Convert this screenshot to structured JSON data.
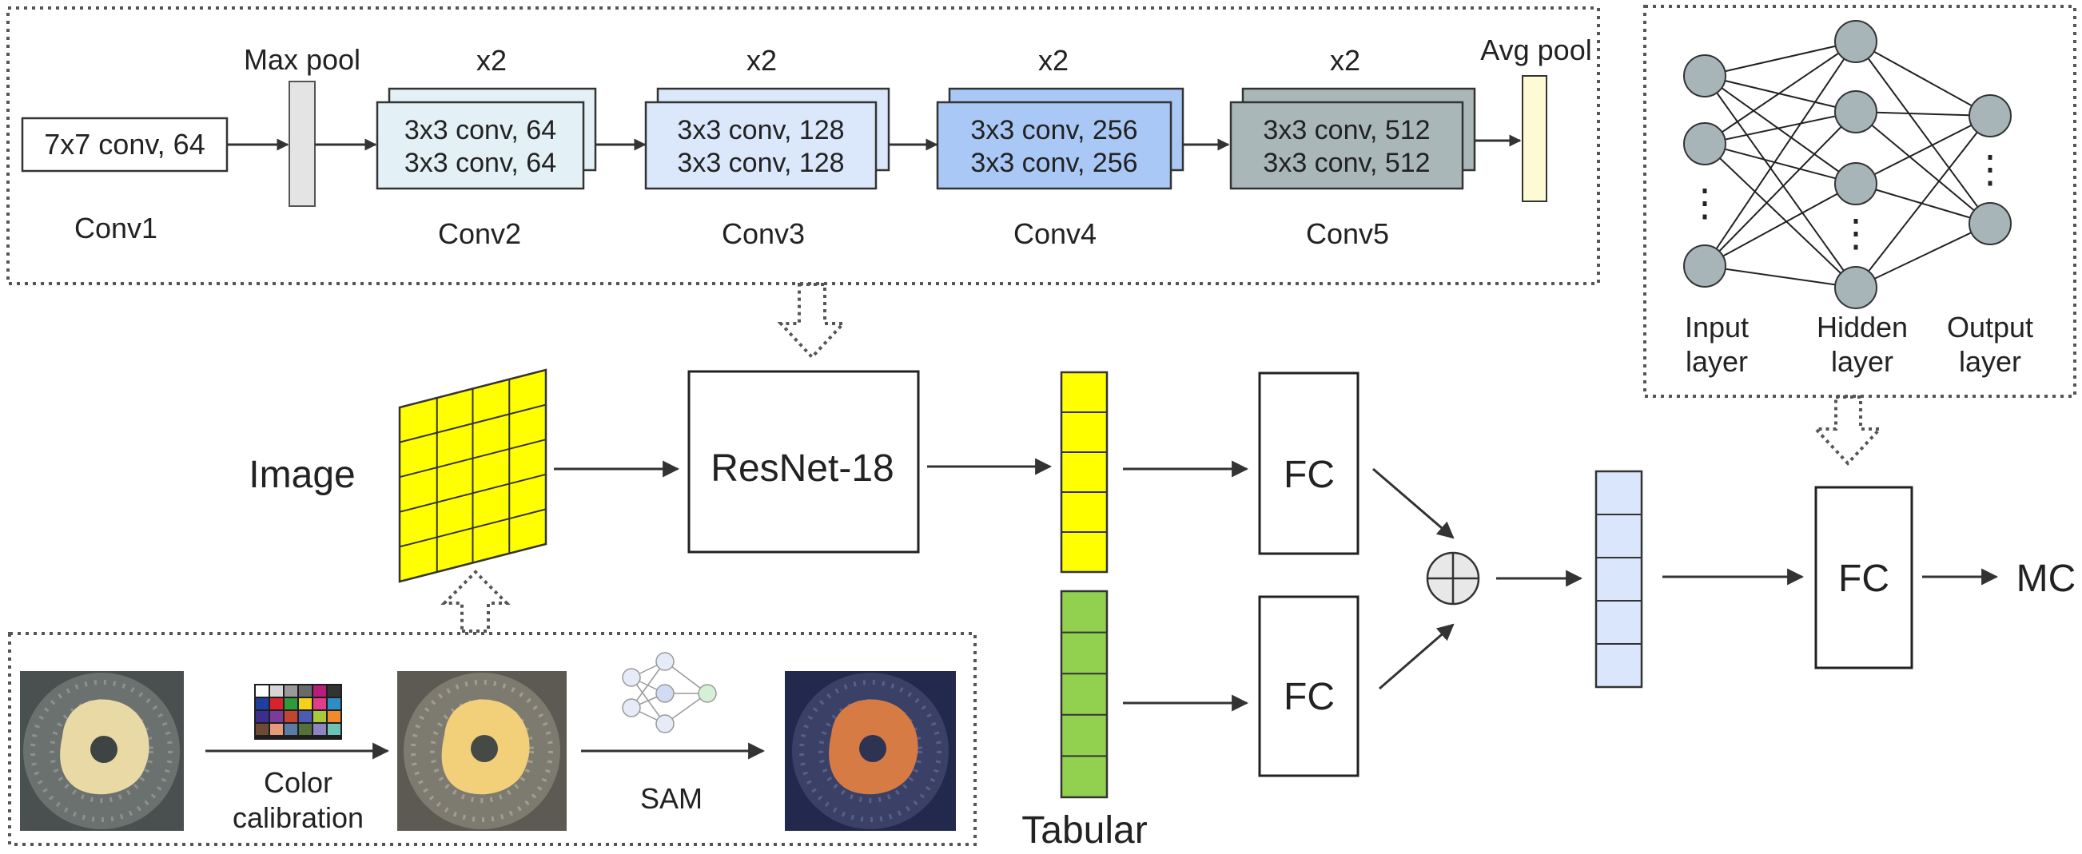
{
  "resnet_panel": {
    "conv1": {
      "block": "7x7 conv, 64",
      "label": "Conv1"
    },
    "max_pool": "Max pool",
    "avg_pool": "Avg pool",
    "stages": [
      {
        "repeat": "x2",
        "line1": "3x3 conv, 64",
        "line2": "3x3 conv, 64",
        "label": "Conv2",
        "color": "#e3f1f6"
      },
      {
        "repeat": "x2",
        "line1": "3x3 conv, 128",
        "line2": "3x3 conv, 128",
        "label": "Conv3",
        "color": "#dbe8fb"
      },
      {
        "repeat": "x2",
        "line1": "3x3 conv, 256",
        "line2": "3x3 conv, 256",
        "label": "Conv4",
        "color": "#a9c8f5"
      },
      {
        "repeat": "x2",
        "line1": "3x3 conv, 512",
        "line2": "3x3 conv, 512",
        "label": "Conv5",
        "color": "#a9b7b9"
      }
    ]
  },
  "mlp_panel": {
    "input_label": [
      "Input",
      "layer"
    ],
    "hidden_label": [
      "Hidden",
      "layer"
    ],
    "output_label": [
      "Output",
      "layer"
    ],
    "ellipsis": "⋮"
  },
  "pipeline": {
    "image_label": "Image",
    "resnet_label": "ResNet-18",
    "fc_image": "FC",
    "fc_tabular": "FC",
    "fc_final": "FC",
    "output": "MC",
    "tabular_label": "Tabular"
  },
  "preprocess_panel": {
    "step1": [
      "Color",
      "calibration"
    ],
    "step2": "SAM"
  },
  "colors": {
    "image_grid": "#ffff00",
    "image_feature": "#ffff00",
    "tabular_feature": "#92d050",
    "fused_feature": "#dae6fb",
    "node": "#a7b5b9",
    "avg_pool": "#fefbd4",
    "max_pool": "#e4e4e4"
  }
}
